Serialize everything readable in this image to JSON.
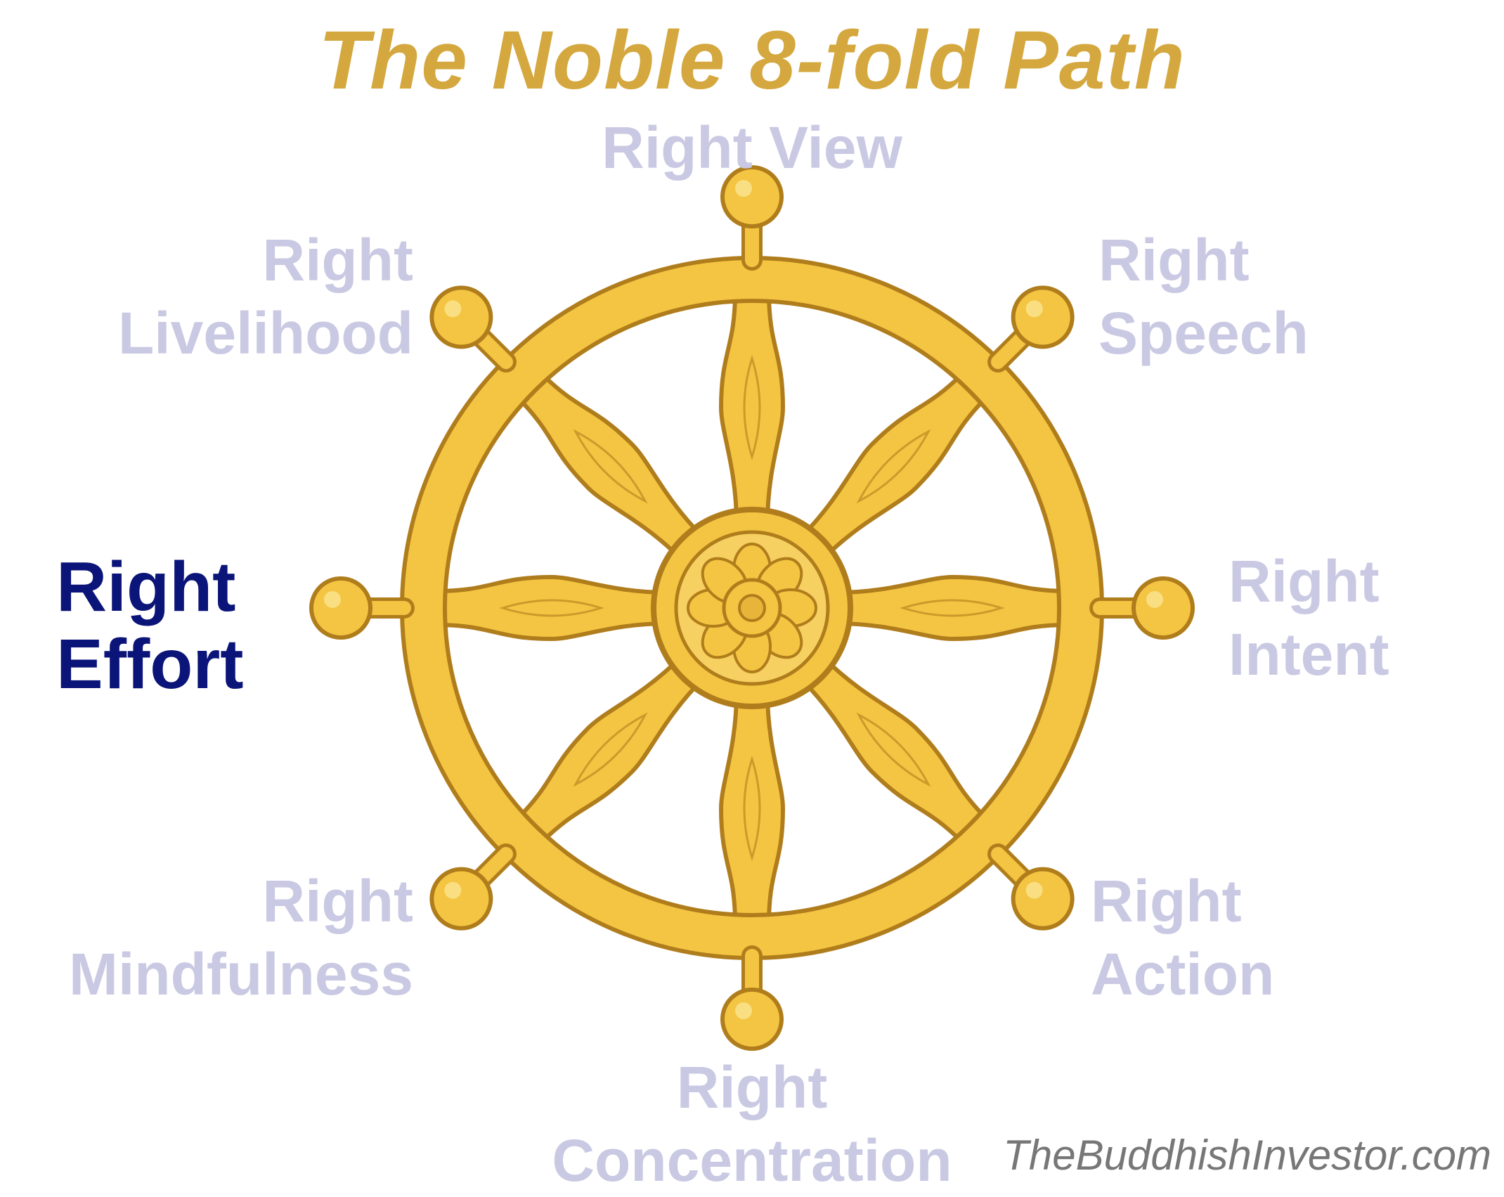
{
  "title": "The Noble 8-fold Path",
  "colors": {
    "title": "#d4a83f",
    "inactive_label": "#c9c9e3",
    "active_label": "#0b1478",
    "wheel_fill": "#f4c542",
    "wheel_outline": "#b07d1c",
    "footer": "#777777"
  },
  "spokes": [
    {
      "line1": "Right",
      "line2": "View",
      "active": false
    },
    {
      "line1": "Right",
      "line2": "Speech",
      "active": false
    },
    {
      "line1": "Right",
      "line2": "Intent",
      "active": false
    },
    {
      "line1": "Right",
      "line2": "Action",
      "active": false
    },
    {
      "line1": "Right",
      "line2": "Concentration",
      "active": false
    },
    {
      "line1": "Right",
      "line2": "Mindfulness",
      "active": false
    },
    {
      "line1": "Right",
      "line2": "Effort",
      "active": true
    },
    {
      "line1": "Right",
      "line2": "Livelihood",
      "active": false
    }
  ],
  "footer": "TheBuddhishInvestor.com"
}
